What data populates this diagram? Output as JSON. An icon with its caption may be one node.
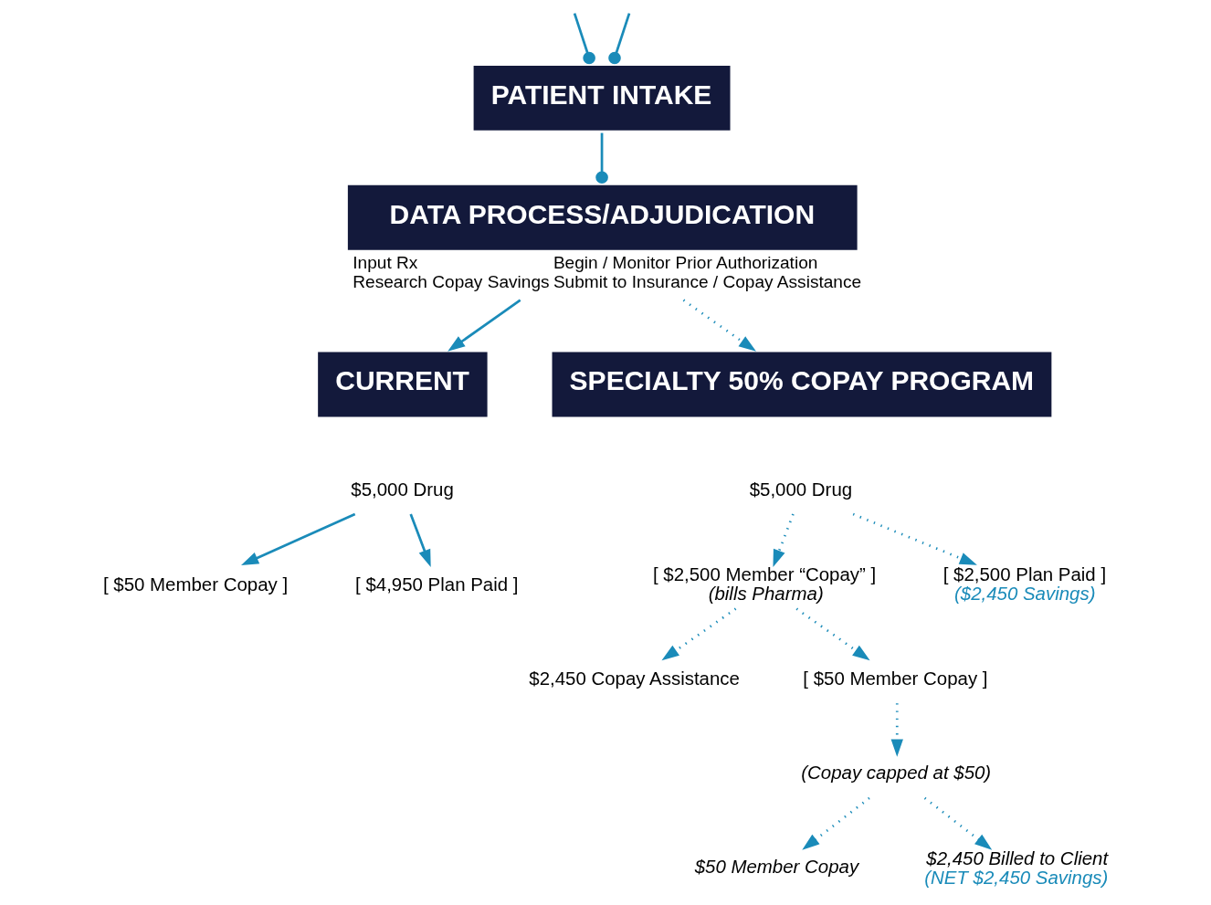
{
  "diagram": {
    "nodes": [
      {
        "text": [
          "PATIENT INTAKE"
        ]
      },
      {
        "text": [
          "DATA PROCESS/ADJUDICATION"
        ],
        "beside": [
          "Input Rx",
          "Research Copay Savings",
          "Begin / Monitor Prior Authorization",
          "Submit to Insurance / Copay Assistance"
        ]
      },
      {
        "text": [
          "CURRENT"
        ]
      },
      {
        "text": [
          "SPECIALTY 50% COPAY PROGRAM"
        ]
      },
      {
        "text": [
          "$5,000 Drug"
        ]
      },
      {
        "text": [
          "[ $50 Member Copay ]"
        ]
      },
      {
        "text": [
          "[ $4,950 Plan Paid ]"
        ]
      },
      {
        "text": [
          "$5,000 Drug"
        ]
      },
      {
        "text": [
          "[ $2,500 Member “Copay” ]",
          "(bills Pharma)"
        ]
      },
      {
        "text": [
          "[ $2,500 Plan Paid ]",
          "($2,450 Savings)"
        ]
      },
      {
        "text": [
          "$2,450 Copay Assistance"
        ]
      },
      {
        "text": [
          "[ $50 Member Copay ]"
        ]
      },
      {
        "text": [
          "(Copay capped at $50)"
        ]
      },
      {
        "text": [
          "$50 Member Copay"
        ]
      },
      {
        "text": [
          "$2,450 Billed to Client",
          "(NET $2,450 Savings)"
        ]
      }
    ],
    "edges": [
      {
        "from": null,
        "to": 0,
        "arrow": "other"
      },
      {
        "from": null,
        "to": 0,
        "arrow": "other"
      },
      {
        "from": 0,
        "to": 1,
        "arrow": "other"
      },
      {
        "from": 1,
        "to": 2,
        "arrow": "to"
      },
      {
        "from": 1,
        "to": 3,
        "arrow": "to",
        "style": "dashed"
      },
      {
        "from": 4,
        "to": 5,
        "arrow": "to"
      },
      {
        "from": 4,
        "to": 6,
        "arrow": "to"
      },
      {
        "from": 7,
        "to": 8,
        "arrow": "to",
        "style": "dashed"
      },
      {
        "from": 7,
        "to": 9,
        "arrow": "to",
        "style": "dashed"
      },
      {
        "from": 8,
        "to": 10,
        "arrow": "to",
        "style": "dashed"
      },
      {
        "from": 8,
        "to": 11,
        "arrow": "to",
        "style": "dashed"
      },
      {
        "from": 11,
        "to": 12,
        "arrow": "to",
        "style": "dashed"
      },
      {
        "from": 12,
        "to": 13,
        "arrow": "to",
        "style": "dashed"
      },
      {
        "from": 12,
        "to": 14,
        "arrow": "to",
        "style": "dashed"
      }
    ]
  }
}
